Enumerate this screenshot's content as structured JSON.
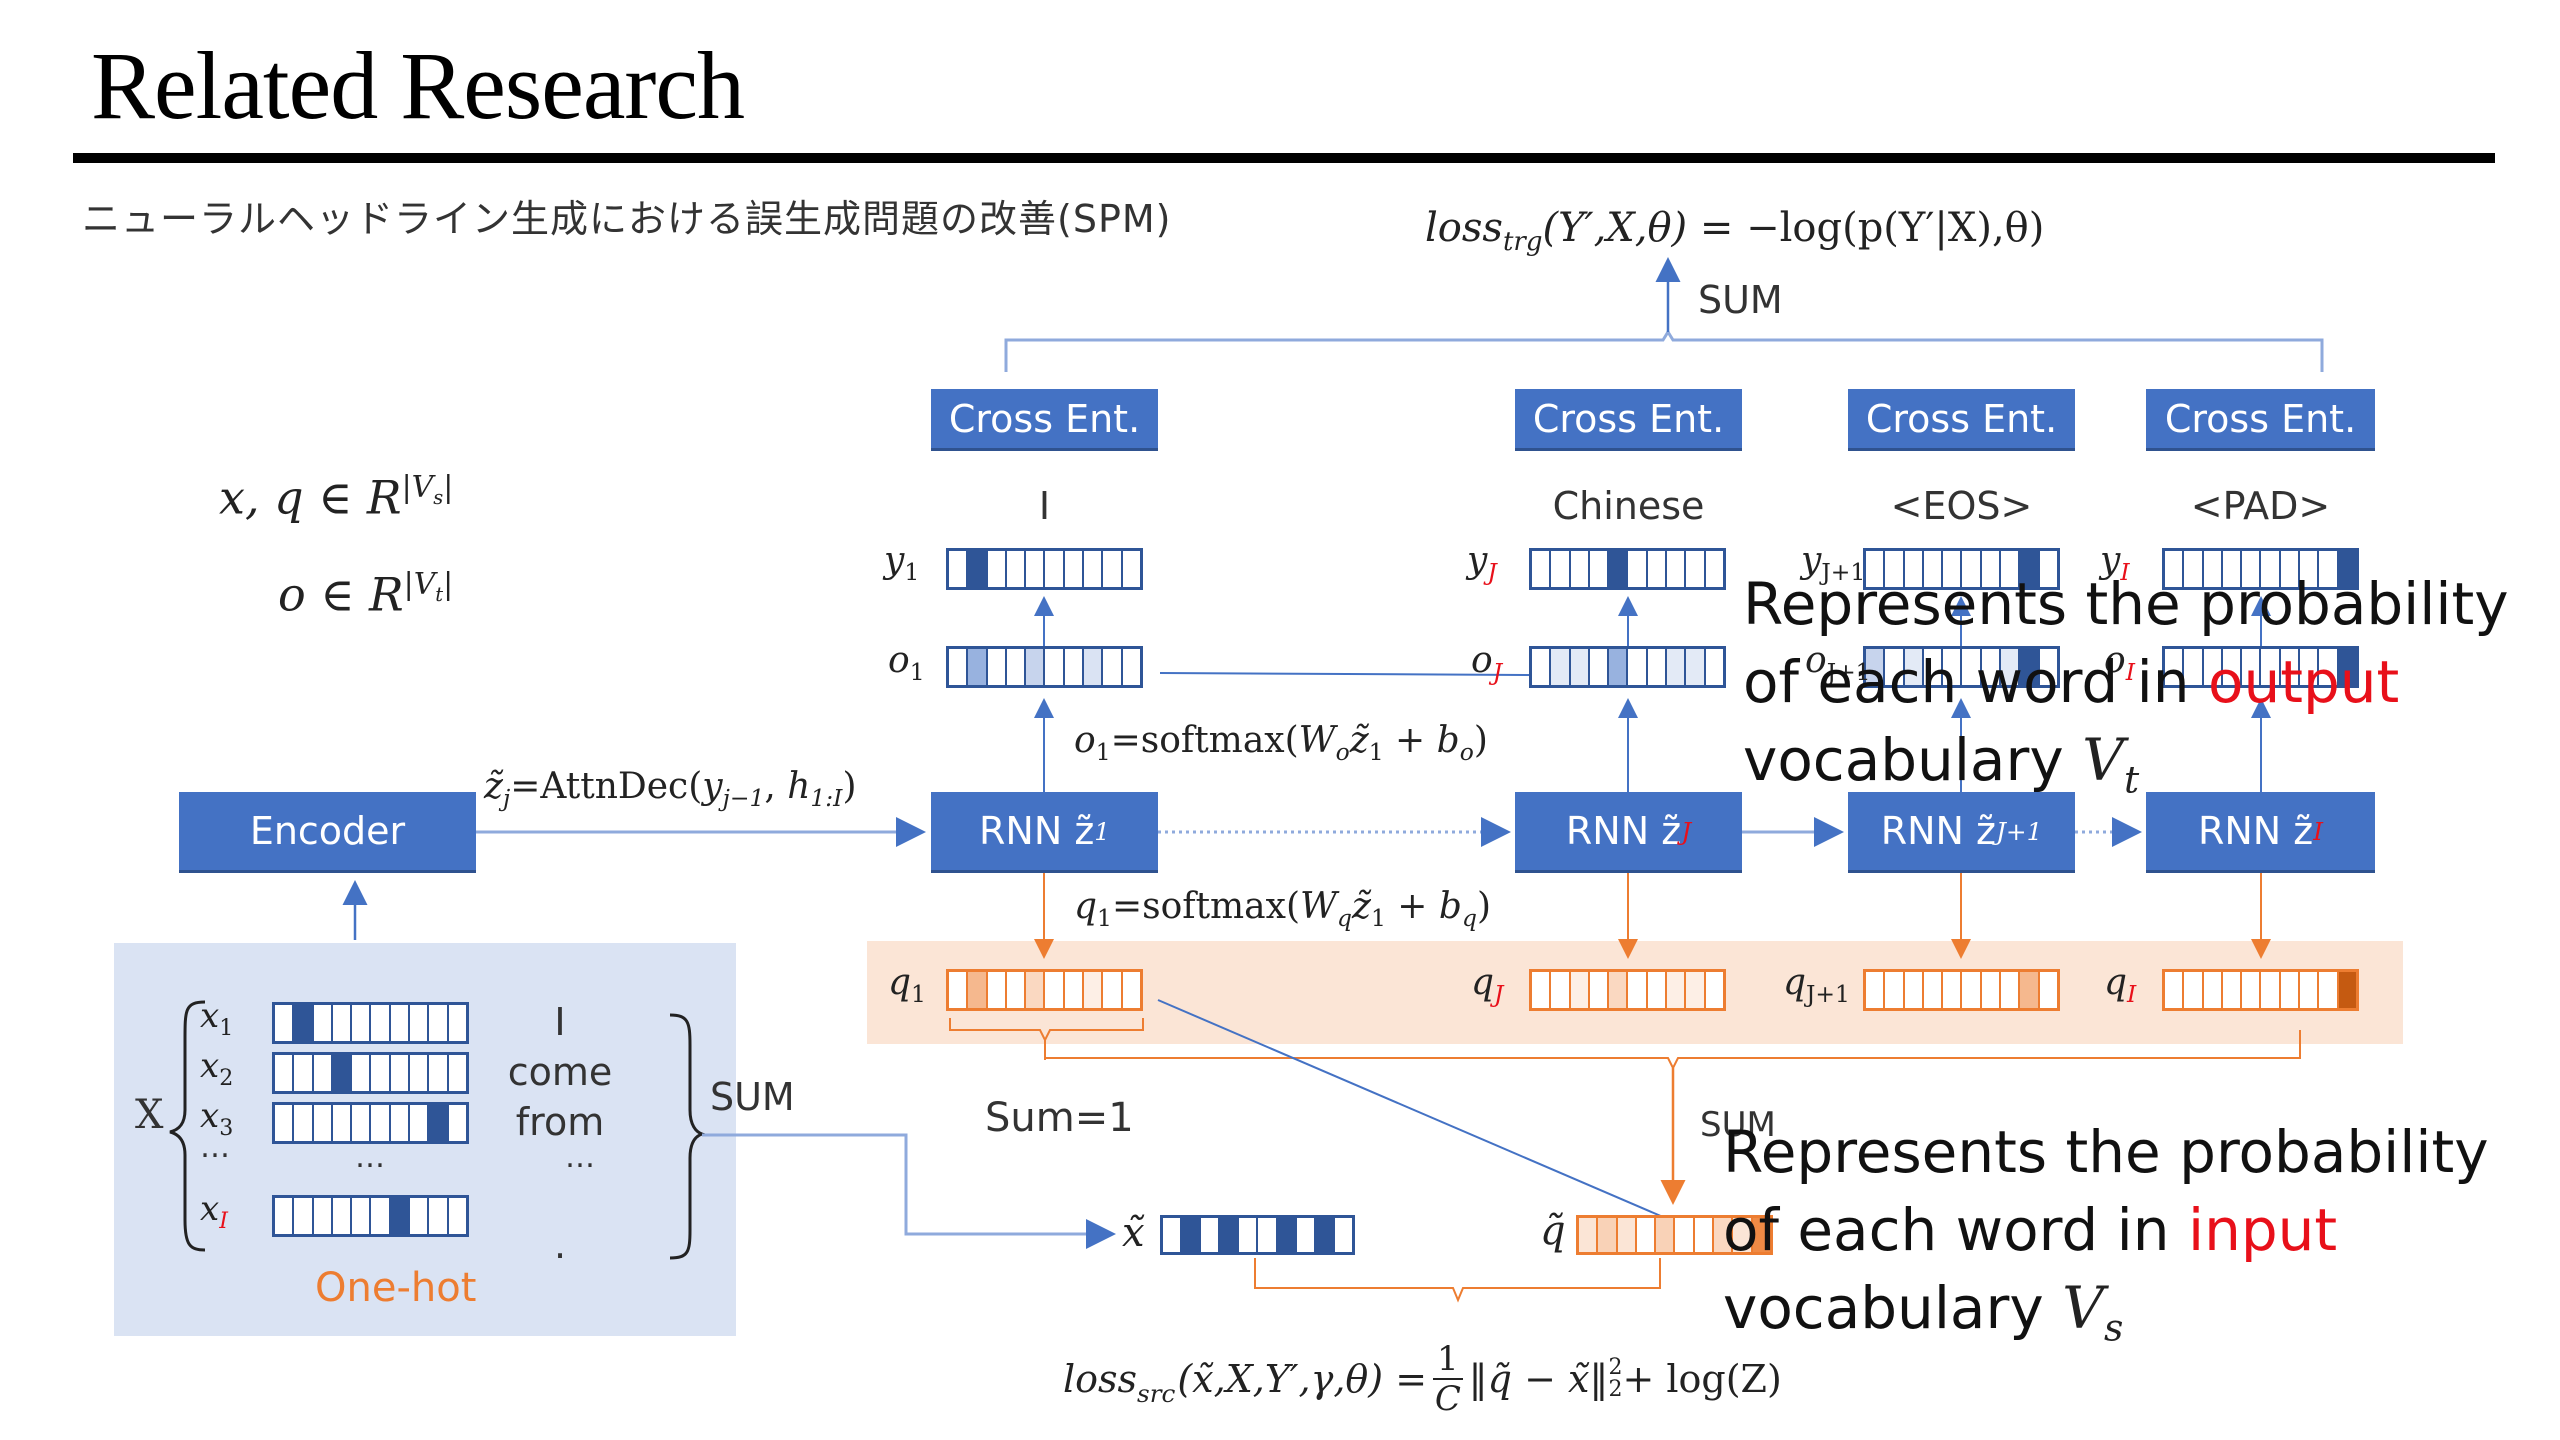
{
  "header": {
    "title": "Related Research",
    "subtitle": "ニューラルヘッドライン生成における誤生成問題の改善(SPM)"
  },
  "formulas": {
    "loss_trg": {
      "name": "loss",
      "sub": "trg",
      "args": "(Y′,X,θ)",
      "rhs": " = −log(p(Y′|X),θ)"
    },
    "loss_src": {
      "name": "loss",
      "sub": "src",
      "args": "(x̃,X,Y′,γ,θ) = ",
      "frac_num": "1",
      "frac_den": "C",
      "rhs": "‖q̃ − x̃‖",
      "norm_sub": "2",
      "norm_sup": "2",
      "tail": " + log(Z)"
    },
    "xq_space": {
      "lhs": "x, q ∈ R",
      "sup": "|V",
      "sup_sub": "s",
      "sup_end": "|"
    },
    "o_space": {
      "lhs": "o ∈ R",
      "sup": "|V",
      "sup_sub": "t",
      "sup_end": "|"
    },
    "attn": {
      "lhs": "z̃",
      "lhs_sub": "j",
      "mid": "=AttnDec(",
      "y": "y",
      "y_sub": "j−1",
      "sep": ", ",
      "h": "h",
      "h_sub": "1:I",
      "end": ")"
    },
    "o_softmax": {
      "lhs": "o",
      "lhs_sub": "1",
      "mid": "=softmax(",
      "w": "W",
      "w_sub": "o",
      "z": "z̃",
      "z_sub": "1",
      "plus": " + ",
      "b": "b",
      "b_sub": "o",
      "end": ")"
    },
    "q_softmax": {
      "lhs": "q",
      "lhs_sub": "1",
      "mid": "=softmax(",
      "w": "W",
      "w_sub": "q",
      "z": "z̃",
      "z_sub": "1",
      "plus": " + ",
      "b": "b",
      "b_sub": "q",
      "end": ")"
    }
  },
  "labels": {
    "sum_top": "SUM",
    "sum_left": "SUM",
    "sum_bottom": "SUM",
    "sum_eq_1": "Sum=1",
    "one_hot": "One-hot",
    "x_set": "X",
    "x_tilde": "x̃",
    "q_tilde": "q̃"
  },
  "encoder": {
    "label": "Encoder"
  },
  "cross_entropy_boxes": [
    {
      "label": "Cross Ent."
    },
    {
      "label": "Cross Ent."
    },
    {
      "label": "Cross Ent."
    },
    {
      "label": "Cross Ent."
    }
  ],
  "decoder_steps": [
    {
      "rnn": "RNN z̃",
      "rnn_sub": "1",
      "sub_red": false,
      "word": "I",
      "y_label": "y",
      "y_sub": "1",
      "o_label": "o",
      "o_sub": "1",
      "q_label": "q",
      "q_sub": "1",
      "y_vec": [
        0,
        1,
        0,
        0,
        0,
        0,
        0,
        0,
        0,
        0
      ],
      "o_vec": [
        0,
        0.55,
        0,
        0,
        0.3,
        0,
        0,
        0.2,
        0,
        0
      ],
      "q_vec": [
        0,
        0.55,
        0,
        0,
        0.3,
        0,
        0,
        0.12,
        0,
        0
      ]
    },
    {
      "rnn": "RNN z̃",
      "rnn_sub": "J",
      "sub_red": true,
      "word": "Chinese",
      "y_label": "y",
      "y_sub": "J",
      "o_label": "o",
      "o_sub": "J",
      "q_label": "q",
      "q_sub": "J",
      "y_vec": [
        0,
        0,
        0,
        0,
        1,
        0,
        0,
        0,
        0,
        0
      ],
      "o_vec": [
        0,
        0.15,
        0.15,
        0,
        0.55,
        0,
        0,
        0.15,
        0.15,
        0
      ],
      "q_vec": [
        0,
        0,
        0.12,
        0,
        0.3,
        0,
        0,
        0.12,
        0.12,
        0
      ]
    },
    {
      "rnn": "RNN z̃",
      "rnn_sub": "J+1",
      "sub_red": false,
      "word": "<EOS>",
      "y_label": "y",
      "y_sub": "J+1",
      "o_label": "o",
      "o_sub": "J+1",
      "q_label": "q",
      "q_sub": "J+1",
      "y_vec": [
        0,
        0,
        0,
        0,
        0,
        0,
        0,
        0,
        1,
        0
      ],
      "o_vec": [
        0.3,
        0,
        0.15,
        0,
        0,
        0,
        0,
        0.15,
        1,
        0
      ],
      "q_vec": [
        0,
        0,
        0,
        0,
        0,
        0,
        0,
        0,
        0.55,
        0
      ]
    },
    {
      "rnn": "RNN z̃",
      "rnn_sub": "I",
      "sub_red": true,
      "word": "<PAD>",
      "y_label": "y",
      "y_sub": "I",
      "o_label": "o",
      "o_sub": "I",
      "q_label": "q",
      "q_sub": "I",
      "y_vec": [
        0,
        0,
        0,
        0,
        0,
        0,
        0,
        0,
        0,
        1
      ],
      "o_vec": [
        0,
        0,
        0,
        0,
        0,
        0,
        0,
        0,
        0,
        1
      ],
      "q_vec": [
        0,
        0,
        0,
        0,
        0,
        0,
        0,
        0,
        0,
        1
      ]
    }
  ],
  "one_hot_inputs": [
    {
      "label": "x",
      "sub": "1",
      "sub_red": false,
      "word": "I",
      "vec": [
        0,
        1,
        0,
        0,
        0,
        0,
        0,
        0,
        0,
        0
      ]
    },
    {
      "label": "x",
      "sub": "2",
      "sub_red": false,
      "word": "come",
      "vec": [
        0,
        0,
        0,
        1,
        0,
        0,
        0,
        0,
        0,
        0
      ]
    },
    {
      "label": "x",
      "sub": "3",
      "sub_red": false,
      "word": "from",
      "vec": [
        0,
        0,
        0,
        0,
        0,
        0,
        0,
        0,
        1,
        0
      ]
    },
    {
      "label": "x",
      "sub": "I",
      "sub_red": true,
      "word": ".",
      "vec": [
        0,
        0,
        0,
        0,
        0,
        0,
        1,
        0,
        0,
        0
      ]
    }
  ],
  "ellipsis": "…",
  "x_tilde_vec": [
    0,
    1,
    0,
    1,
    0,
    0,
    1,
    0,
    1,
    0
  ],
  "q_tilde_vec": [
    0.2,
    0.35,
    0.2,
    0,
    0.35,
    0,
    0,
    0.3,
    0.2,
    0.9
  ],
  "annotations": {
    "output": {
      "line1": "Represents the probability",
      "line2_a": "of each word in ",
      "line2_b": "output",
      "line3_a": "vocabulary ",
      "line3_b": "V",
      "line3_sub": "t"
    },
    "input": {
      "line1": "Represents the probability",
      "line2_a": "of each word in ",
      "line2_b": "input",
      "line3_a": "vocabulary ",
      "line3_b": "V",
      "line3_sub": "s"
    }
  },
  "colors": {
    "box_blue": "#4472c4",
    "vec_blue": "#2f5597",
    "vec_orange": "#ed7d31",
    "band_orange": "#fbe5d6",
    "band_blue": "#dae3f3",
    "accent_red": "#e8101a",
    "arrow_blue": "#4472c4",
    "line_blue": "#8faadc"
  }
}
